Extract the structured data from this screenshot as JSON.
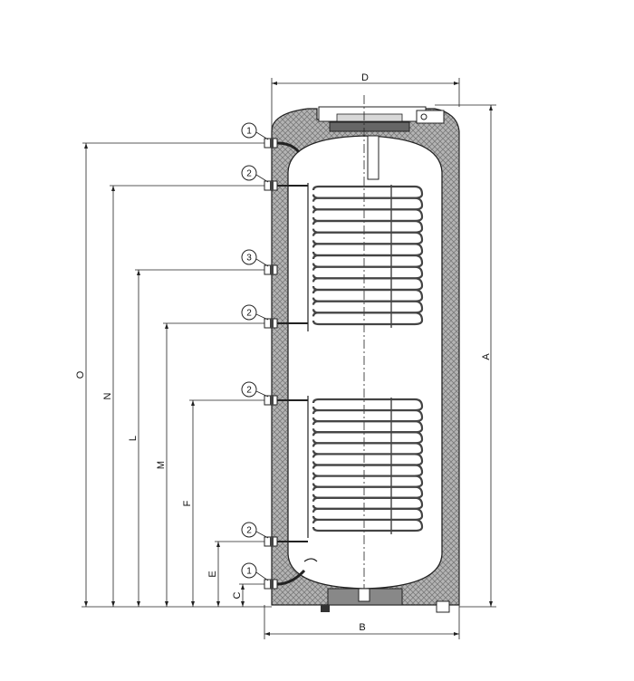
{
  "dimensions": {
    "top": "D",
    "bottom": "B",
    "right": "A",
    "left": [
      "O",
      "N",
      "L",
      "M",
      "F",
      "E",
      "C"
    ]
  },
  "callouts": [
    "1",
    "2",
    "3",
    "2",
    "2",
    "2",
    "1"
  ],
  "colors": {
    "insulation": "#a8a8a8",
    "line": "#222222",
    "coil": "#555555",
    "tank": "#ffffff"
  }
}
